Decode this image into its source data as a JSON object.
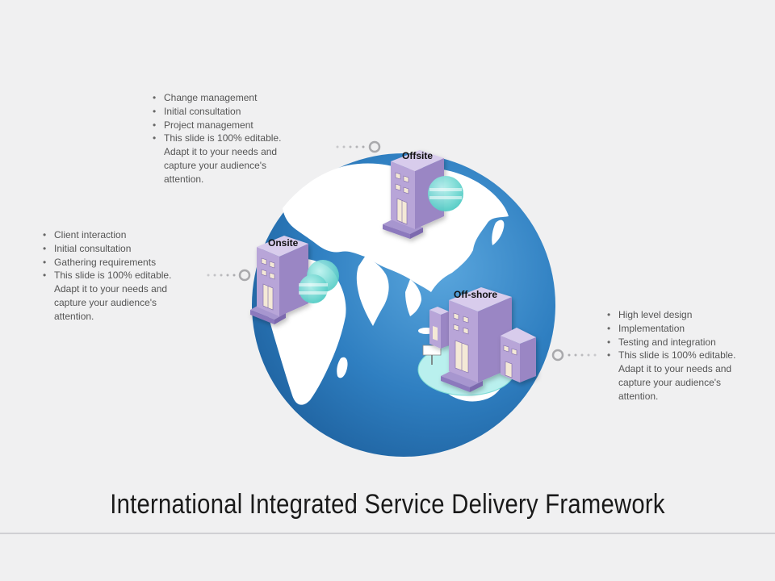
{
  "title": "International Integrated Service Delivery Framework",
  "offsite": {
    "label": "Offsite",
    "bullets": [
      "Change management",
      "Initial consultation",
      "Project management",
      "This slide is 100% editable. Adapt it to your needs and capture your audience's attention."
    ]
  },
  "onsite": {
    "label": "Onsite",
    "bullets": [
      "Client interaction",
      "Initial consultation",
      "Gathering requirements",
      "This slide is 100% editable. Adapt it to your needs and capture your audience's attention."
    ]
  },
  "offshore": {
    "label": "Off-shore",
    "bullets": [
      "High level design",
      "Implementation",
      "Testing and integration",
      "This slide is 100% editable. Adapt it to your needs and capture your audience's attention."
    ]
  },
  "colors": {
    "globe": "#2f7fc1",
    "globe_dark": "#1d5f9c",
    "land": "#ffffff",
    "building": "#b8a5d8",
    "building_side": "#9a86c4",
    "building_top": "#d8ccec",
    "window": "#f4e9d6",
    "accent_teal": "#5fd3cc"
  }
}
